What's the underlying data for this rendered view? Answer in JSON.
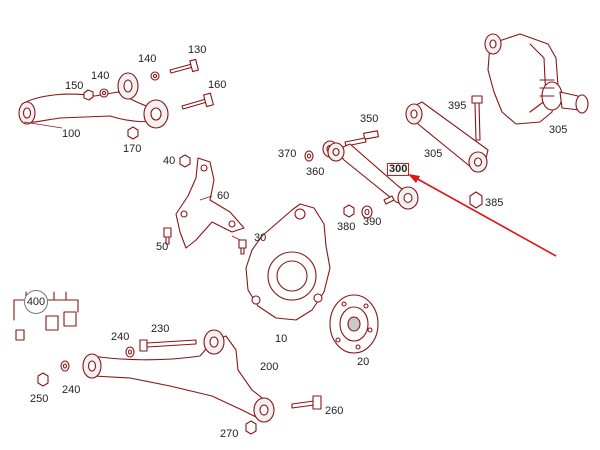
{
  "diagram": {
    "highlight_color": "#e01515",
    "line_color": "#8a1515",
    "highlighted_part": "300",
    "labels": {
      "l10": "10",
      "l20": "20",
      "l30": "30",
      "l40": "40",
      "l50": "50",
      "l60": "60",
      "l100": "100",
      "l130": "130",
      "l140a": "140",
      "l140b": "140",
      "l150": "150",
      "l160": "160",
      "l170": "170",
      "l200": "200",
      "l230": "230",
      "l240a": "240",
      "l240b": "240",
      "l250": "250",
      "l260": "260",
      "l270": "270",
      "l300": "300",
      "l305a": "305",
      "l305b": "305",
      "l350": "350",
      "l360": "360",
      "l370": "370",
      "l380": "380",
      "l385": "385",
      "l390": "390",
      "l395": "395",
      "l400": "400"
    }
  }
}
